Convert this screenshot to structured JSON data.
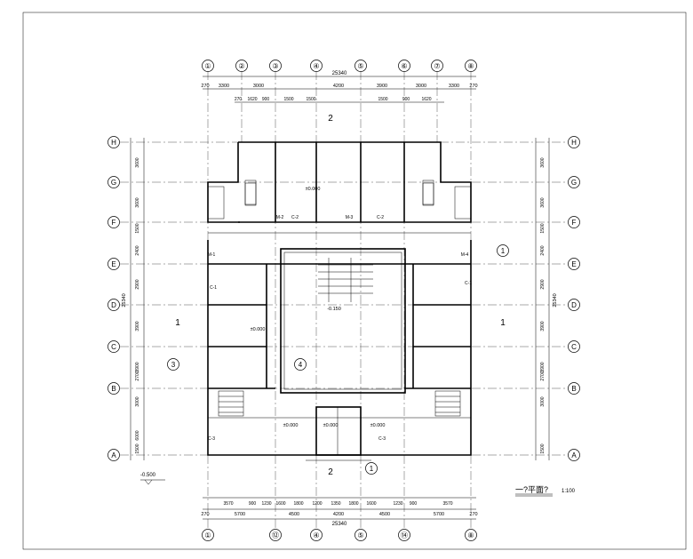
{
  "drawing": {
    "title": "一?平面?",
    "scale": "1:100",
    "level_note": "-0.500"
  },
  "axes": {
    "top": [
      "①",
      "②",
      "③",
      "④",
      "⑤",
      "⑥",
      "⑦",
      "⑧"
    ],
    "bottom": [
      "①",
      "⑫",
      "④",
      "⑤",
      "⑭",
      "⑧"
    ],
    "left": [
      "H",
      "G",
      "F",
      "E",
      "D",
      "C",
      "B",
      "A"
    ],
    "right": [
      "H",
      "G",
      "F",
      "E",
      "D",
      "C",
      "B",
      "A"
    ]
  },
  "dims_top": {
    "total": "25340",
    "row1": [
      "270",
      "3300",
      "3000",
      "4200",
      "3900",
      "3000",
      "3300",
      "270"
    ],
    "row2": [
      "270",
      "1620",
      "900",
      "1500",
      "1500",
      "1500",
      "900",
      "1620"
    ]
  },
  "dims_bottom": {
    "row1": [
      "3570",
      "900",
      "1230",
      "1600",
      "1800",
      "1200",
      "1350",
      "1800",
      "1600",
      "1230",
      "900",
      "3570"
    ],
    "row2": [
      "270",
      "5700",
      "4500",
      "4200",
      "4500",
      "5700",
      "270"
    ],
    "total": "25340"
  },
  "dims_left": {
    "total": "25340",
    "items": [
      "3600",
      "3600",
      "1500",
      "2400",
      "2900",
      "3900",
      "3900",
      "2700",
      "3000",
      "6000",
      "1500"
    ]
  },
  "dims_right": {
    "total": "25340",
    "items": [
      "3600",
      "3600",
      "1500",
      "2400",
      "2900",
      "3900",
      "3900",
      "2700",
      "3000",
      "1500"
    ]
  },
  "section_marks": [
    "2",
    "1",
    "1",
    "2"
  ],
  "labels": {
    "levels": [
      "±0.000",
      "±0.000",
      "±0.000",
      "±0.000",
      "-0.150",
      "±0.000"
    ],
    "windows": [
      "C-1",
      "C-2",
      "C-2",
      "C-1",
      "C-3",
      "C-3"
    ],
    "doors": [
      "M-1",
      "M-2",
      "M-3",
      "M-4"
    ],
    "misc": [
      "1",
      "3",
      "4",
      "1"
    ]
  }
}
